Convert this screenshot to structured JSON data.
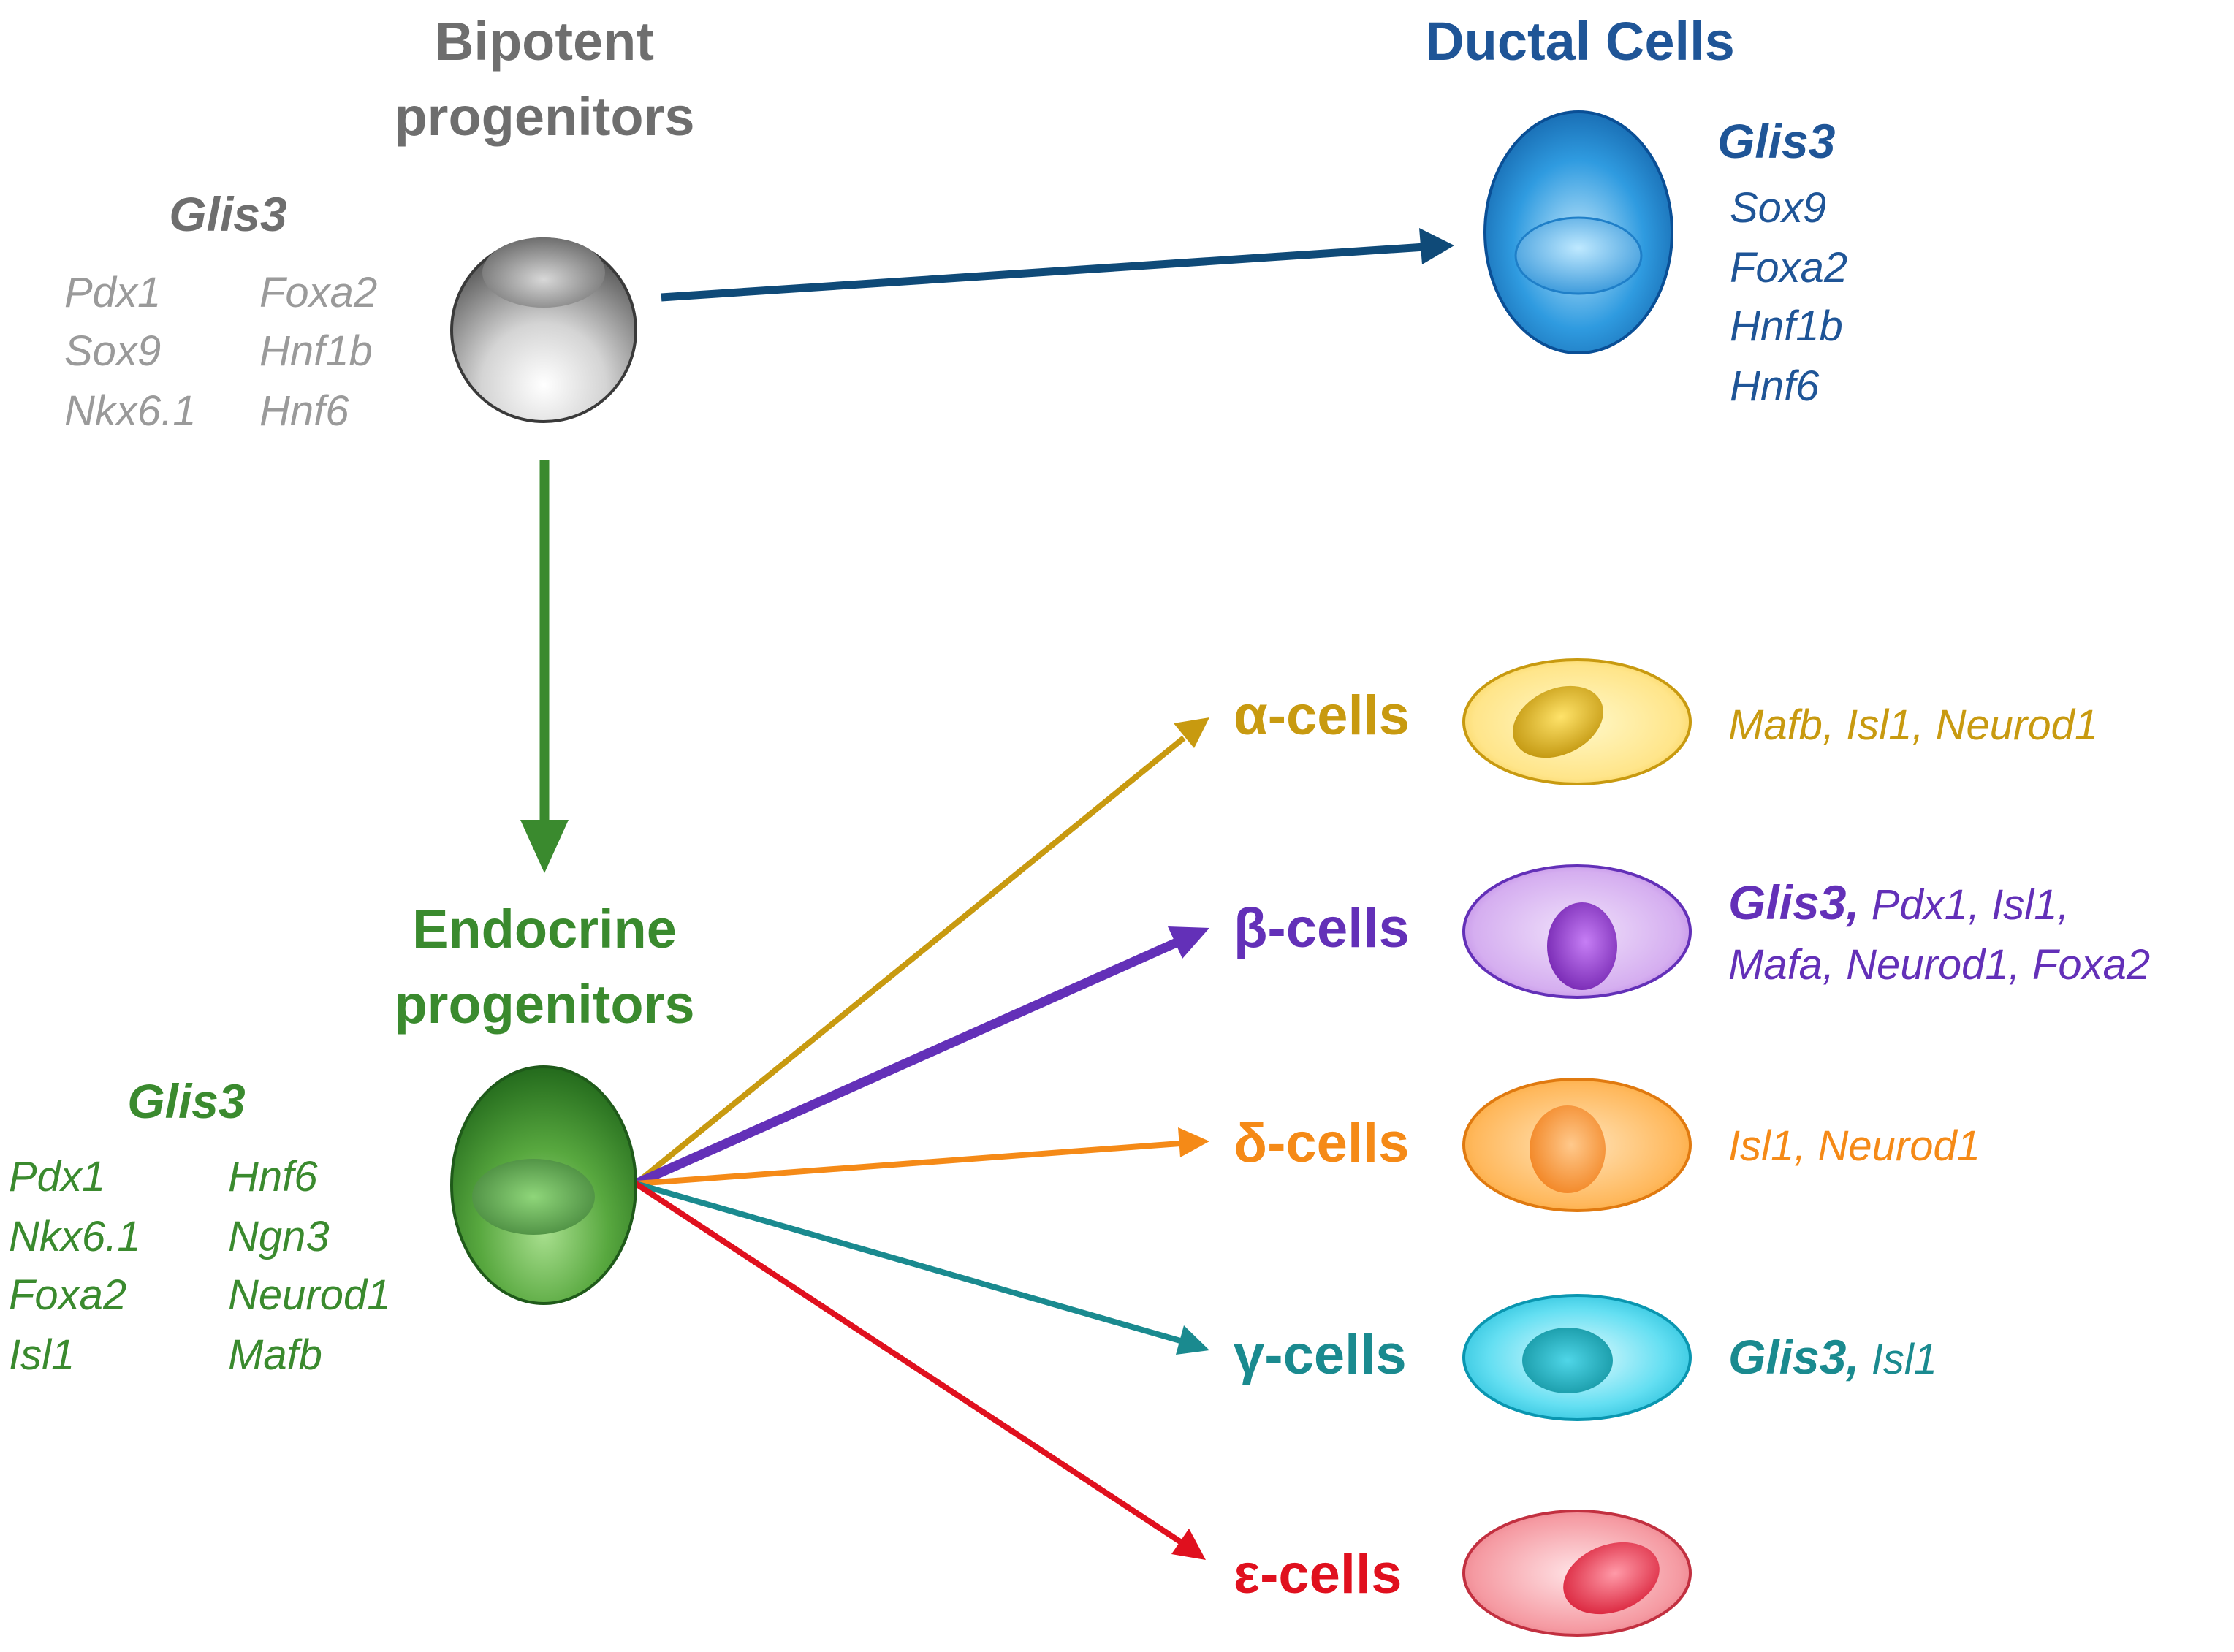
{
  "colors": {
    "grey": "#6e6e6e",
    "grey_light": "#9a9a9a",
    "blue": "#1f5597",
    "green": "#3a8a2e",
    "alpha": "#c89a10",
    "beta": "#6330b8",
    "delta": "#f58a17",
    "gamma": "#1a8a8f",
    "epsilon": "#e0101e",
    "ductal_arrow": "#0f4a78"
  },
  "bipotent": {
    "title_line1": "Bipotent",
    "title_line2": "progenitors",
    "marker": "Glis3",
    "genes_left": [
      "Pdx1",
      "Sox9",
      "Nkx6.1"
    ],
    "genes_right": [
      "Foxa2",
      "Hnf1b",
      "Hnf6"
    ]
  },
  "ductal": {
    "title": "Ductal Cells",
    "marker": "Glis3",
    "genes": [
      "Sox9",
      "Foxa2",
      "Hnf1b",
      "Hnf6"
    ]
  },
  "endocrine": {
    "title_line1": "Endocrine",
    "title_line2": "progenitors",
    "marker": "Glis3",
    "genes_left": [
      "Pdx1",
      "Nkx6.1",
      "Foxa2",
      "Isl1"
    ],
    "genes_right": [
      "Hnf6",
      "Ngn3",
      "Neurod1",
      "Mafb"
    ]
  },
  "alpha": {
    "label": "α-cells",
    "genes": "Mafb, Isl1, Neurod1"
  },
  "beta": {
    "label": "β-cells",
    "marker": "Glis3,",
    "genes_line1": "Pdx1, Isl1,",
    "genes_line2": "Mafa, Neurod1, Foxa2"
  },
  "delta": {
    "label": "δ-cells",
    "genes": "Isl1, Neurod1"
  },
  "gamma": {
    "label": "γ-cells",
    "marker": "Glis3,",
    "genes": "Isl1"
  },
  "epsilon": {
    "label": "ε-cells"
  }
}
